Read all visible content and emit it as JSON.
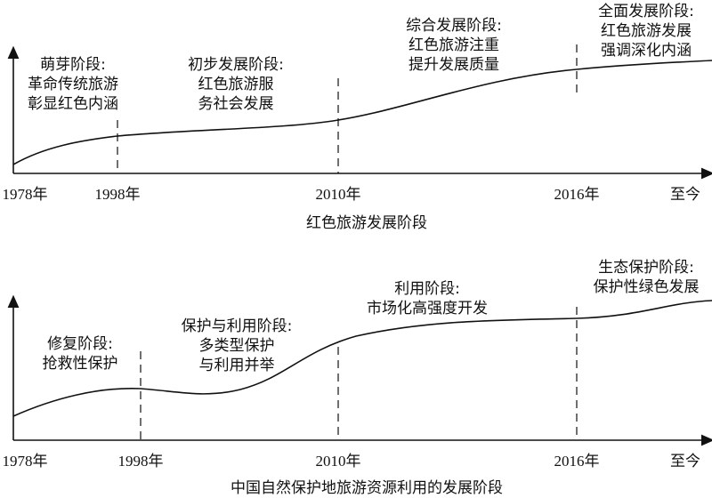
{
  "top": {
    "caption": "红色旅游发展阶段",
    "years": [
      "1978年",
      "1998年",
      "2010年",
      "2016年",
      "至今"
    ],
    "stages": [
      {
        "lines": [
          "萌芽阶段:",
          "革命传统旅游",
          "彰显红色内涵"
        ]
      },
      {
        "lines": [
          "初步发展阶段:",
          "红色旅游服",
          "务社会发展"
        ]
      },
      {
        "lines": [
          "综合发展阶段:",
          "红色旅游注重",
          "提升发展质量"
        ]
      },
      {
        "lines": [
          "全面发展阶段:",
          "红色旅游发展",
          "强调深化内涵"
        ]
      }
    ]
  },
  "bottom": {
    "caption": "中国自然保护地旅游资源利用的发展阶段",
    "years": [
      "1978年",
      "1998年",
      "2010年",
      "2016年",
      "至今"
    ],
    "stages": [
      {
        "lines": [
          "修复阶段:",
          "抢救性保护"
        ]
      },
      {
        "lines": [
          "保护与利用阶段:",
          "多类型保护",
          "与利用并举"
        ]
      },
      {
        "lines": [
          "利用阶段:",
          "市场化高强度开发"
        ]
      },
      {
        "lines": [
          "生态保护阶段:",
          "保护性绿色发展"
        ]
      }
    ]
  }
}
